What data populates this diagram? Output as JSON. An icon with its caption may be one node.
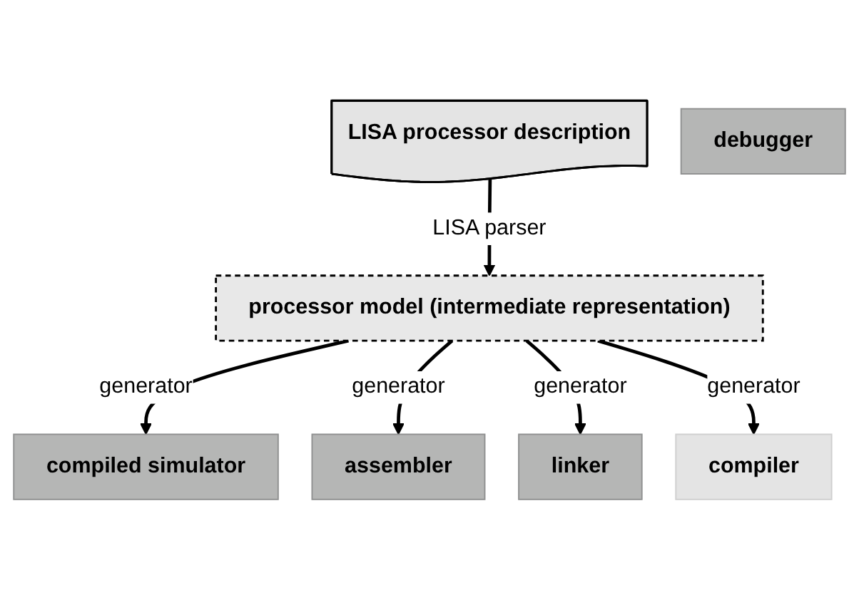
{
  "diagram": {
    "nodes": [
      {
        "text": [
          "LISA processor description"
        ]
      },
      {
        "text": [
          "processor model (intermediate representation)"
        ]
      },
      {
        "text": [
          "compiled simulator"
        ]
      },
      {
        "text": [
          "assembler"
        ]
      },
      {
        "text": [
          "linker"
        ]
      },
      {
        "text": [
          "compiler"
        ]
      },
      {
        "text": [
          "debugger"
        ]
      }
    ],
    "edges": [
      {
        "from": 0,
        "to": 1,
        "arrow": "to",
        "label": "LISA parser"
      },
      {
        "from": 1,
        "to": 2,
        "arrow": "to",
        "label": "generator"
      },
      {
        "from": 1,
        "to": 3,
        "arrow": "to",
        "label": "generator"
      },
      {
        "from": 1,
        "to": 4,
        "arrow": "to",
        "label": "generator"
      },
      {
        "from": 1,
        "to": 5,
        "arrow": "to",
        "label": "generator"
      }
    ]
  }
}
